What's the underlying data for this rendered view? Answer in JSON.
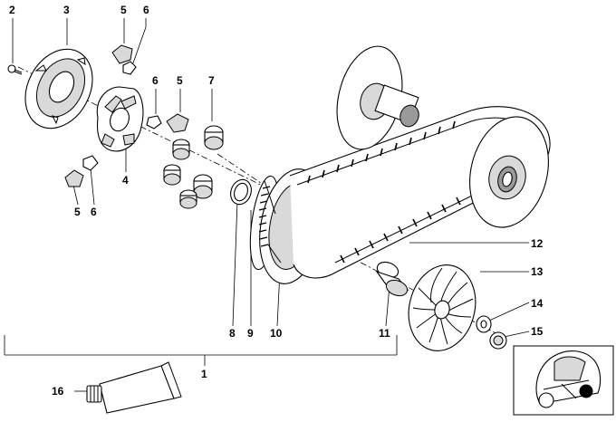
{
  "labels": {
    "c1": "1",
    "c2": "2",
    "c3": "3",
    "c4": "4",
    "c5a": "5",
    "c5b": "5",
    "c5c": "5",
    "c6a": "6",
    "c6b": "6",
    "c6c": "6",
    "c7": "7",
    "c8": "8",
    "c9": "9",
    "c10": "10",
    "c11": "11",
    "c12": "12",
    "c13": "13",
    "c14": "14",
    "c15": "15",
    "c16": "16"
  },
  "colors": {
    "line": "#000000",
    "shade": "#d9d9d9",
    "dark": "#9a9a9a",
    "background": "#ffffff"
  }
}
